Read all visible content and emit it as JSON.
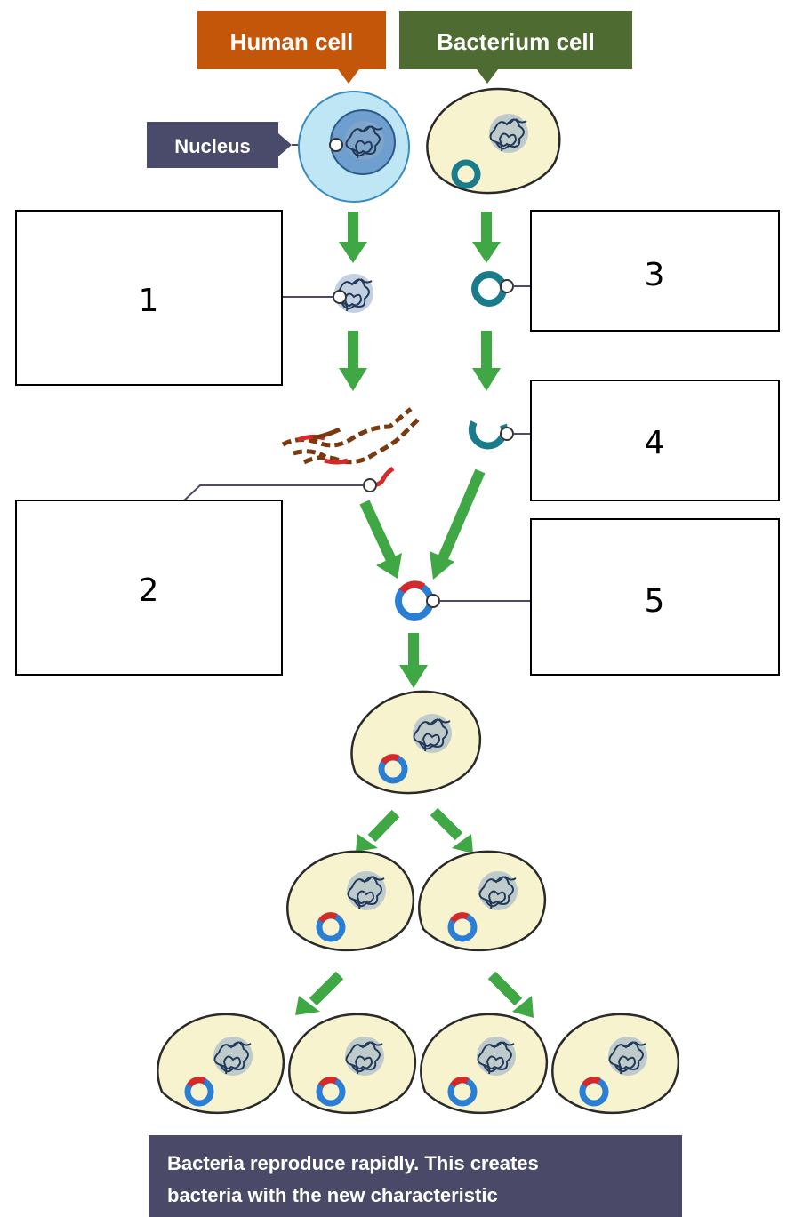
{
  "labels": {
    "human_cell": "Human cell",
    "bacterium_cell": "Bacterium cell",
    "nucleus": "Nucleus"
  },
  "boxes": [
    "1",
    "2",
    "3",
    "4",
    "5"
  ],
  "caption": {
    "line1": "Bacteria reproduce rapidly. This creates",
    "line2": "bacteria with the new characteristic"
  },
  "colors": {
    "human_tag": "#c4560a",
    "bacterium_tag": "#4e6b32",
    "nucleus_tag": "#4a4a6a",
    "caption_bg": "#4a4a68",
    "arrow": "#3fa845",
    "cell_fill": "#f8f3cf",
    "plasmid_teal": "#1a7b8a",
    "plasmid_blue": "#2a7fd4",
    "gene_red": "#d42a2a",
    "dna_brown": "#7a3a10"
  }
}
